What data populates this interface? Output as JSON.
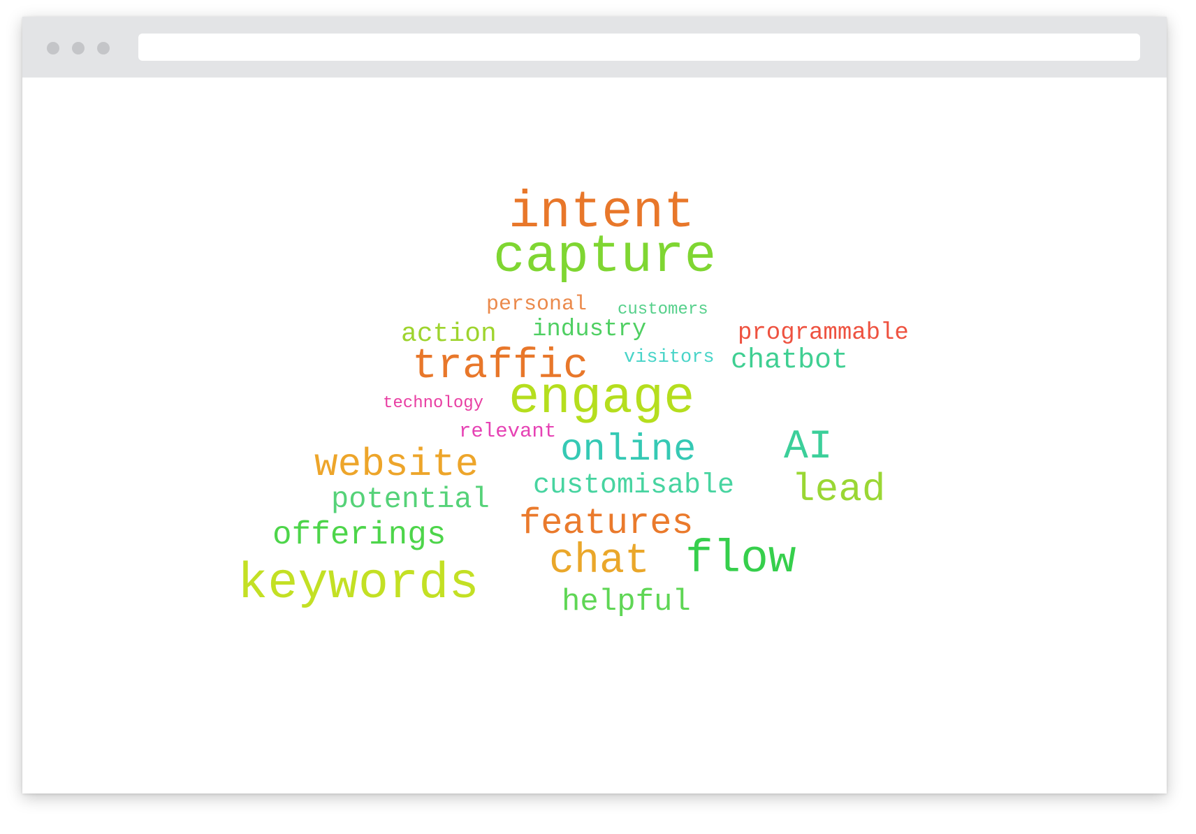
{
  "browser": {
    "address": ""
  },
  "word_cloud": {
    "words": [
      {
        "text": "intent",
        "color": "#e8772a"
      },
      {
        "text": "capture",
        "color": "#7fd632"
      },
      {
        "text": "personal",
        "color": "#eb8a4c"
      },
      {
        "text": "customers",
        "color": "#55d08a"
      },
      {
        "text": "action",
        "color": "#9ed42e"
      },
      {
        "text": "industry",
        "color": "#4fcf62"
      },
      {
        "text": "programmable",
        "color": "#ee5240"
      },
      {
        "text": "traffic",
        "color": "#e8772a"
      },
      {
        "text": "visitors",
        "color": "#48d4c8"
      },
      {
        "text": "chatbot",
        "color": "#3fcf92"
      },
      {
        "text": "technology",
        "color": "#e83ea2"
      },
      {
        "text": "engage",
        "color": "#b5de1e"
      },
      {
        "text": "relevant",
        "color": "#e642b4"
      },
      {
        "text": "online",
        "color": "#35c9b4"
      },
      {
        "text": "AI",
        "color": "#3ccf9a"
      },
      {
        "text": "website",
        "color": "#eda52a"
      },
      {
        "text": "customisable",
        "color": "#47d4a0"
      },
      {
        "text": "lead",
        "color": "#9ad734"
      },
      {
        "text": "potential",
        "color": "#55d278"
      },
      {
        "text": "features",
        "color": "#ea7a2c"
      },
      {
        "text": "offerings",
        "color": "#4dd54a"
      },
      {
        "text": "chat",
        "color": "#eaa72a"
      },
      {
        "text": "flow",
        "color": "#36cf4c"
      },
      {
        "text": "keywords",
        "color": "#c3e024"
      },
      {
        "text": "helpful",
        "color": "#5fd655"
      }
    ]
  }
}
